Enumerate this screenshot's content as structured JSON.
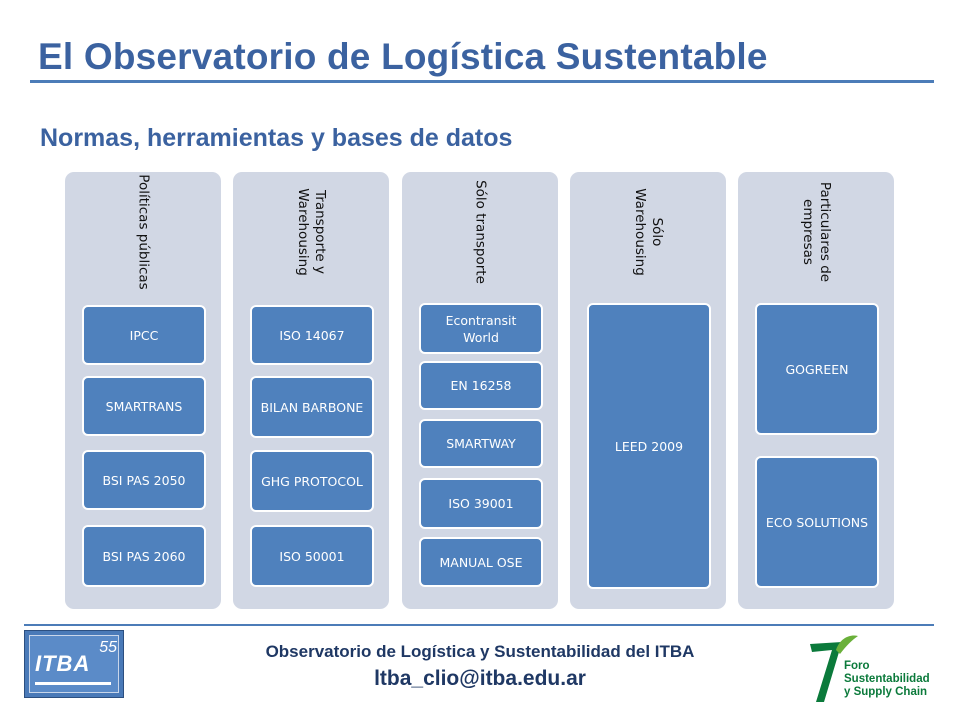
{
  "slide": {
    "title": "El Observatorio de Logística Sustentable",
    "subtitle": "Normas, herramientas y bases de datos"
  },
  "columns": [
    {
      "heading": "Políticas públicas",
      "items": [
        "IPCC",
        "SMARTRANS",
        "BSI PAS 2050",
        "BSI PAS 2060"
      ]
    },
    {
      "heading": "Transporte y Warehousing",
      "items": [
        "ISO 14067",
        "BILAN BARBONE",
        "GHG PROTOCOL",
        "ISO 50001"
      ]
    },
    {
      "heading": "Sólo transporte",
      "items": [
        "Econtransit World",
        "EN 16258",
        "SMARTWAY",
        "ISO 39001",
        "MANUAL OSE"
      ]
    },
    {
      "heading": "Sólo Warehousing",
      "items": [
        "LEED 2009"
      ]
    },
    {
      "heading": "Particulares de empresas",
      "items": [
        "GOGREEN",
        "ECO SOLUTIONS"
      ]
    }
  ],
  "footer": {
    "org": "Observatorio de Logística y Sustentabilidad del ITBA",
    "email": "ltba_clio@itba.edu.ar"
  },
  "logos": {
    "itba": {
      "text": "ITBA",
      "number": "55"
    },
    "foro": {
      "line1": "Foro",
      "line2": "Sustentabilidad",
      "line3": "y Supply Chain"
    }
  },
  "colors": {
    "title": "#3b62a0",
    "column_bg": "#d1d7e4",
    "box_bg": "#4f81bd",
    "footer_text": "#1f3864",
    "foro_green": "#0b7a3b"
  }
}
